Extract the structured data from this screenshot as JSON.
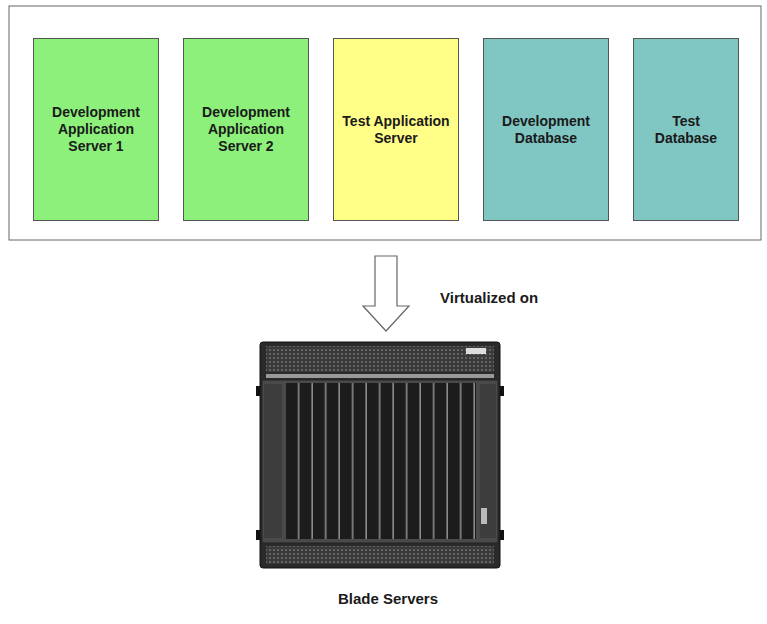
{
  "diagram": {
    "nodes": [
      {
        "text": [
          "Development Application Server 1"
        ]
      },
      {
        "text": [
          "Development Application Server 2"
        ]
      },
      {
        "text": [
          "Test Application Server"
        ]
      },
      {
        "text": [
          "Development Database"
        ]
      },
      {
        "text": [
          "Test Database"
        ]
      }
    ],
    "labels": [
      "Virtualized on",
      "Blade Servers"
    ]
  }
}
